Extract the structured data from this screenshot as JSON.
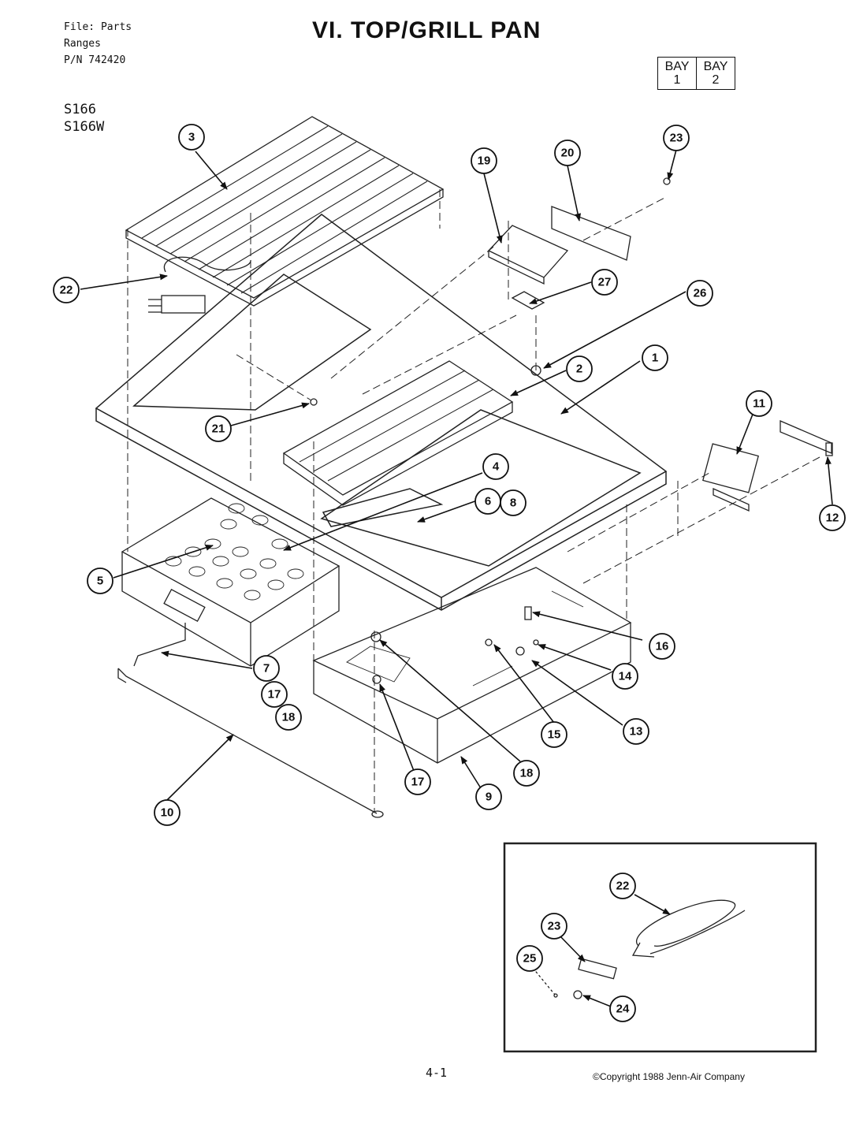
{
  "header": {
    "file_lines": [
      "File: Parts",
      "Ranges",
      "P/N 742420"
    ],
    "title": "VI. TOP/GRILL PAN",
    "bays": [
      {
        "label": "BAY",
        "number": "1"
      },
      {
        "label": "BAY",
        "number": "2"
      }
    ],
    "models": [
      "S166",
      "S166W"
    ]
  },
  "callouts": [
    {
      "id": "c1",
      "label": "1"
    },
    {
      "id": "c2",
      "label": "2"
    },
    {
      "id": "c3",
      "label": "3"
    },
    {
      "id": "c4",
      "label": "4"
    },
    {
      "id": "c5",
      "label": "5"
    },
    {
      "id": "c6",
      "label": "6"
    },
    {
      "id": "c7",
      "label": "7"
    },
    {
      "id": "c8",
      "label": "8"
    },
    {
      "id": "c9",
      "label": "9"
    },
    {
      "id": "c10",
      "label": "10"
    },
    {
      "id": "c11",
      "label": "11"
    },
    {
      "id": "c12",
      "label": "12"
    },
    {
      "id": "c13",
      "label": "13"
    },
    {
      "id": "c14",
      "label": "14"
    },
    {
      "id": "c15",
      "label": "15"
    },
    {
      "id": "c16",
      "label": "16"
    },
    {
      "id": "c17a",
      "label": "17"
    },
    {
      "id": "c17b",
      "label": "17"
    },
    {
      "id": "c18a",
      "label": "18"
    },
    {
      "id": "c18b",
      "label": "18"
    },
    {
      "id": "c19",
      "label": "19"
    },
    {
      "id": "c20",
      "label": "20"
    },
    {
      "id": "c21",
      "label": "21"
    },
    {
      "id": "c22",
      "label": "22"
    },
    {
      "id": "c23",
      "label": "23"
    },
    {
      "id": "c26",
      "label": "26"
    },
    {
      "id": "c27",
      "label": "27"
    },
    {
      "id": "i22",
      "label": "22"
    },
    {
      "id": "i23",
      "label": "23"
    },
    {
      "id": "i24",
      "label": "24"
    },
    {
      "id": "i25",
      "label": "25"
    }
  ],
  "footer": {
    "page": "4-1",
    "copyright": "©Copyright 1988 Jenn-Air Company"
  }
}
